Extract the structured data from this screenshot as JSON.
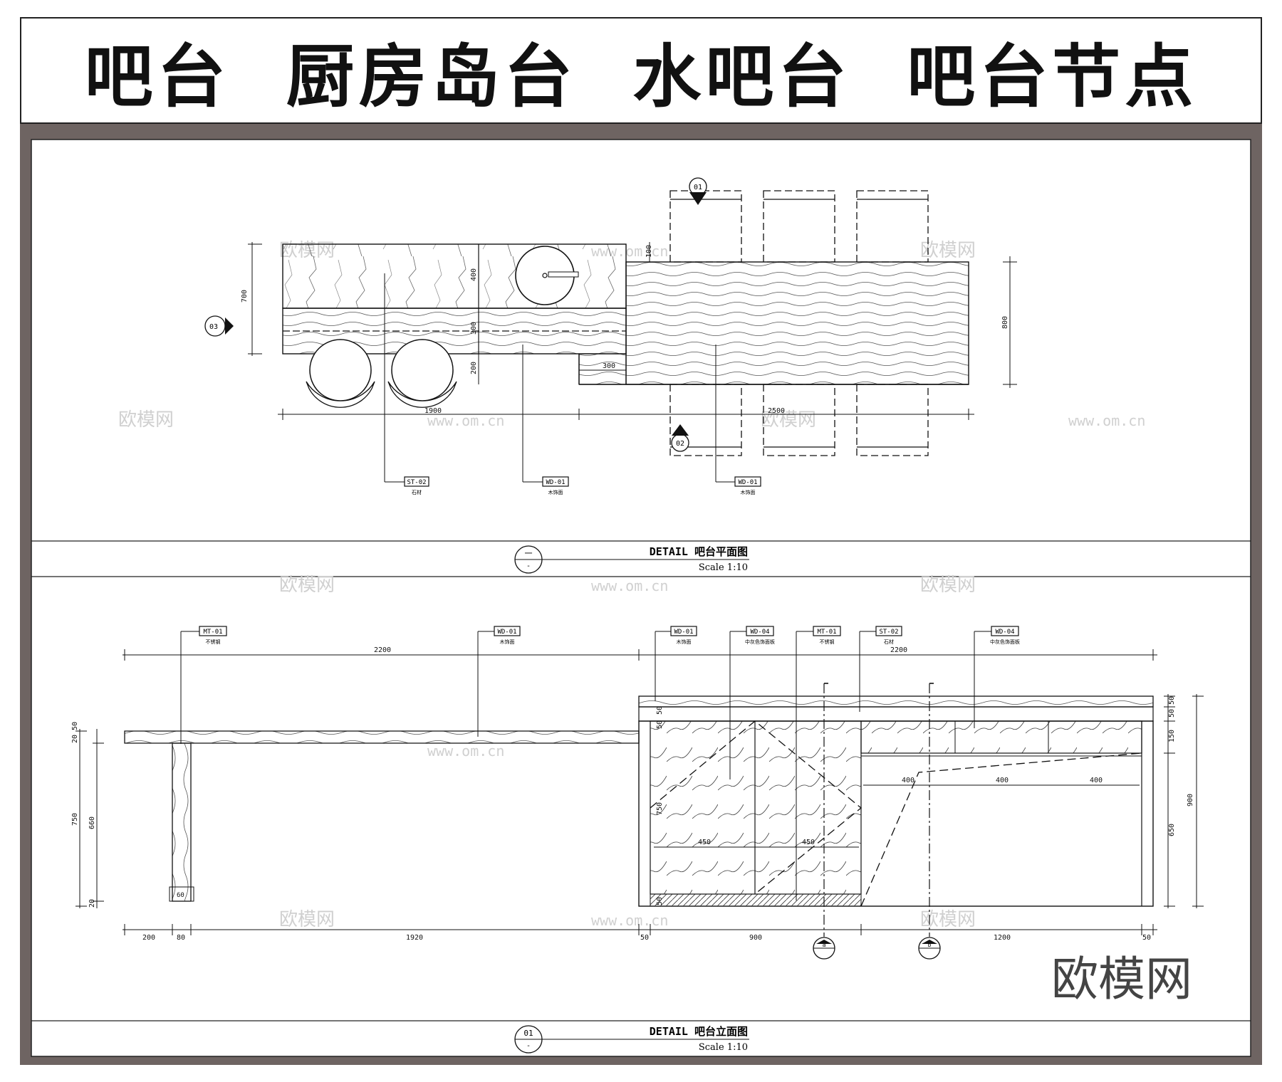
{
  "title": "吧台  厨房岛台  水吧台  吧台节点",
  "watermark": {
    "logo": "欧模网",
    "url": "www.om.cn"
  },
  "plan": {
    "dims": {
      "d700": "700",
      "d400": "400",
      "d300": "300",
      "d200": "200",
      "d100": "100",
      "d800": "800",
      "d300b": "300",
      "d1900": "1900",
      "d2500": "2500"
    },
    "callouts": {
      "top": "01",
      "bottom": "02",
      "left": "03"
    },
    "tags": [
      {
        "code": "ST-02",
        "note": "石材"
      },
      {
        "code": "WD-01",
        "note": "木饰面"
      },
      {
        "code": "WD-01",
        "note": "木饰面"
      }
    ],
    "title_num": "一",
    "title_sub": "-",
    "title": "DETAIL 吧台平面图",
    "scale": "Scale 1:10"
  },
  "elev": {
    "tags": [
      {
        "code": "MT-01",
        "note": "不锈钢"
      },
      {
        "code": "WD-01",
        "note": "木饰面"
      },
      {
        "code": "WD-01",
        "note": "木饰面"
      },
      {
        "code": "WD-04",
        "note": "中灰色饰面板"
      },
      {
        "code": "MT-01",
        "note": "不锈钢"
      },
      {
        "code": "ST-02",
        "note": "石材"
      },
      {
        "code": "WD-04",
        "note": "中灰色饰面板"
      }
    ],
    "top_dims": {
      "left": "2200",
      "right": "2200"
    },
    "bottom_dims": {
      "d200": "200",
      "d80": "80",
      "d1920": "1920",
      "d50a": "50",
      "d900": "900",
      "d1200": "1200",
      "d50b": "50"
    },
    "left_dims": {
      "d2050": "20 50",
      "d750": "750",
      "d660": "660",
      "d20": "20",
      "d60": "60"
    },
    "inner_dims": {
      "d50a": "50",
      "d50b": "50",
      "d750": "750",
      "d450a": "450",
      "d450b": "450",
      "d50c": "50",
      "d400a": "400",
      "d400b": "400",
      "d400c": "400"
    },
    "right_dims": {
      "d50a": "50",
      "d50b": "50",
      "d150": "150",
      "d650": "650",
      "d900": "900"
    },
    "sections": {
      "a": "a",
      "b": "b"
    },
    "title_num": "01",
    "title_sub": "-",
    "title": "DETAIL 吧台立面图",
    "scale": "Scale 1:10"
  }
}
